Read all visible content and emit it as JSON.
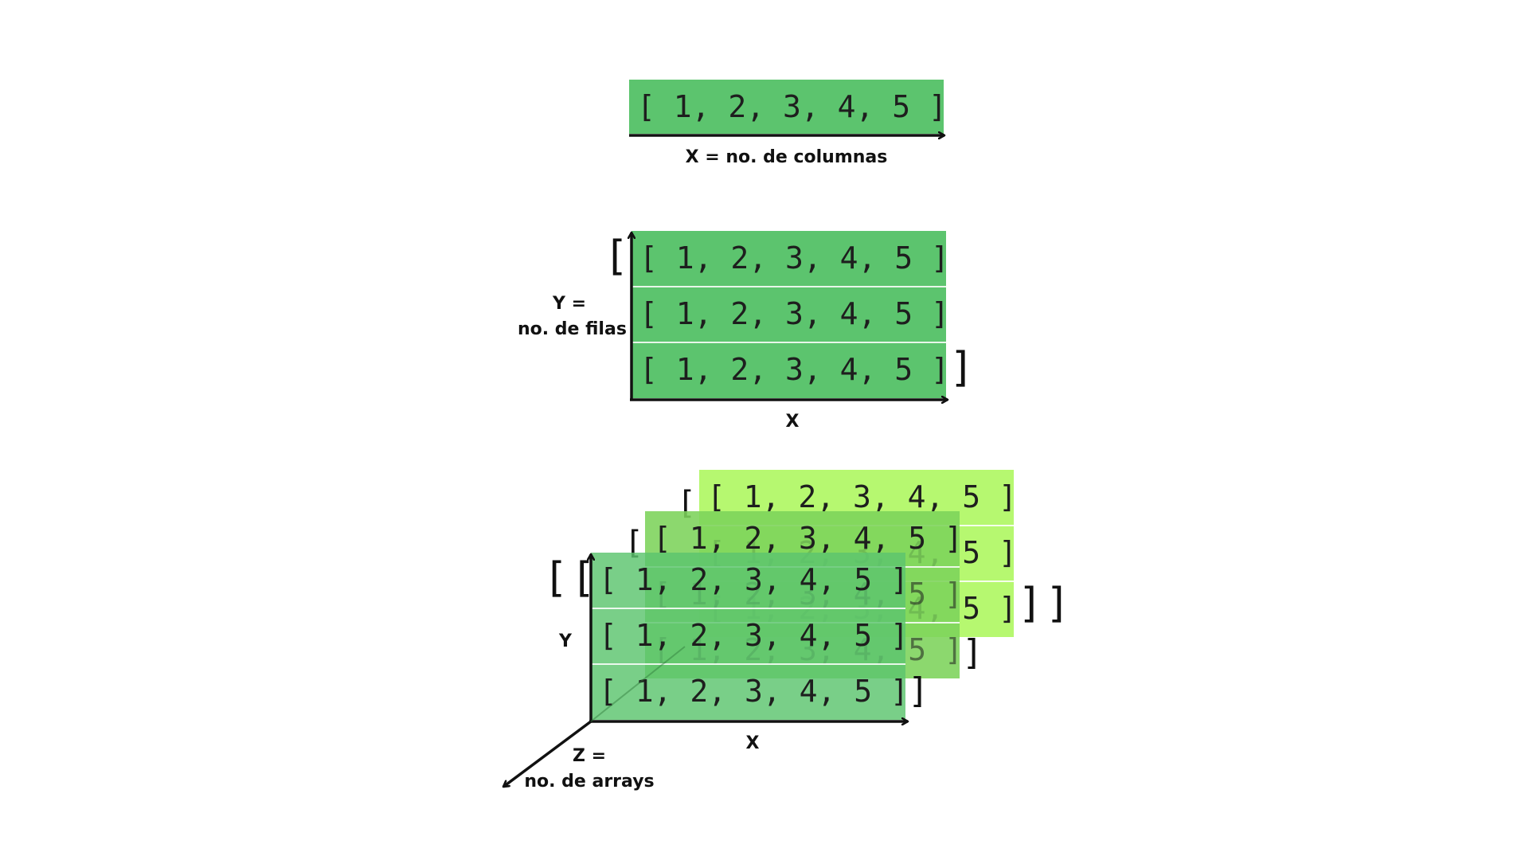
{
  "array_row_text": "[ 1, 2, 3, 4, 5 ]",
  "labels": {
    "x_columns": "X = no. de columnas",
    "y_rows_line1": "Y =",
    "y_rows_line2": "no. de filas",
    "x_2d": "X",
    "y_3d": "Y",
    "x_3d": "X",
    "z_line1": "Z =",
    "z_line2": "no. de arrays"
  },
  "brackets": {
    "open_single": "[",
    "close_single": "]",
    "open_double": "[ [",
    "close_double": "] ]"
  },
  "colors": {
    "green_dark": "#5cc46e",
    "green_mid": "#7cd35a",
    "green_light": "#b6f870",
    "text": "#1e1e1e",
    "axis": "#111111"
  },
  "icons": [
    "x-axis-arrow-icon",
    "y-axis-arrow-icon",
    "z-axis-arrow-icon"
  ]
}
